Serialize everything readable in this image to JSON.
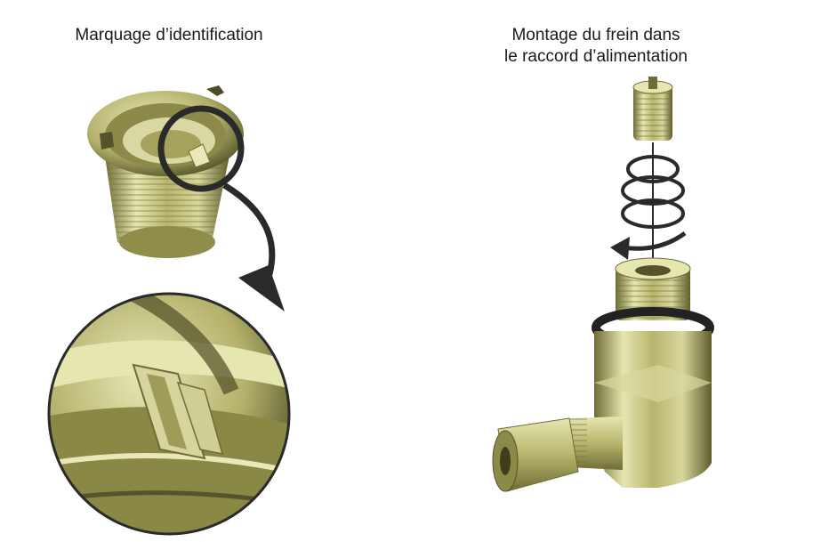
{
  "captions": {
    "left": "Marquage d’identification",
    "right_line1": "Montage du frein dans",
    "right_line2": "le raccord d’alimentation"
  },
  "colors": {
    "brass_light": "#e6e6b0",
    "brass_mid": "#b7b56d",
    "brass_dark": "#6f6d35",
    "brass_shadow": "#3e3d1c",
    "line": "#2a2a2a",
    "oring": "#222222"
  },
  "icons": [
    "detail-circle",
    "curved-arrow",
    "spring-coil",
    "rotation-arrow"
  ]
}
